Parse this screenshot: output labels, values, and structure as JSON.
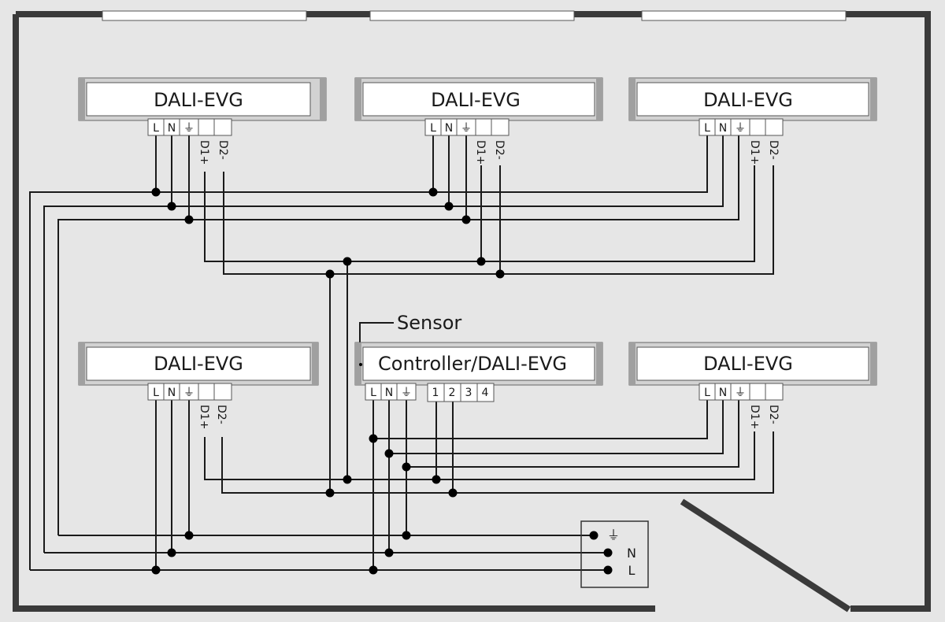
{
  "units": {
    "top_left": {
      "title": "DALI-EVG",
      "terminals": [
        "L",
        "N",
        "⏚",
        "",
        ""
      ],
      "bus_labels": [
        "D1+",
        "D2-"
      ]
    },
    "top_mid": {
      "title": "DALI-EVG",
      "terminals": [
        "L",
        "N",
        "⏚",
        "",
        ""
      ],
      "bus_labels": [
        "D1+",
        "D2-"
      ]
    },
    "top_right": {
      "title": "DALI-EVG",
      "terminals": [
        "L",
        "N",
        "⏚",
        "",
        ""
      ],
      "bus_labels": [
        "D1+",
        "D2-"
      ]
    },
    "bot_left": {
      "title": "DALI-EVG",
      "terminals": [
        "L",
        "N",
        "⏚",
        "",
        ""
      ],
      "bus_labels": [
        "D1+",
        "D2-"
      ]
    },
    "bot_right": {
      "title": "DALI-EVG",
      "terminals": [
        "L",
        "N",
        "⏚",
        "",
        ""
      ],
      "bus_labels": [
        "D1+",
        "D2-"
      ]
    },
    "controller": {
      "title": "Controller/DALI-EVG",
      "terminals": [
        "L",
        "N",
        "⏚"
      ],
      "control_terminals": [
        "1",
        "2",
        "3",
        "4"
      ]
    }
  },
  "sensor": {
    "label": "Sensor"
  },
  "supply": {
    "pe": "⏚",
    "n": "N",
    "l": "L"
  }
}
